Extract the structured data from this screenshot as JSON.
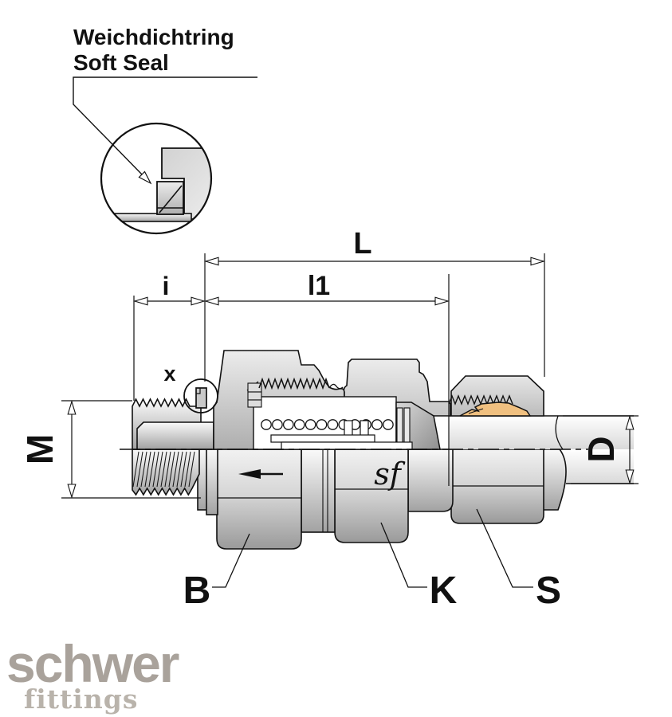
{
  "annotation": {
    "title_line1": "Weichdichtring",
    "title_line2": "Soft Seal",
    "detail_marker": "x"
  },
  "dimension_labels": {
    "overall_length": "L",
    "body_length": "l1",
    "thread_engagement": "i",
    "thread_size": "M",
    "tube_diameter": "D"
  },
  "part_labels": {
    "body_hex": "B",
    "middle_hex": "K",
    "union_nut": "S"
  },
  "body_mark": "sf",
  "brand": {
    "name": "schwer",
    "tagline": "fittings",
    "name_color": "#a9a29b",
    "tagline_color": "#b9b3ab"
  },
  "colors": {
    "line": "#111111",
    "ferrule_orange": "#f0c080",
    "metal_light": "#f7f7f7",
    "metal_dark": "#9e9e9e",
    "background": "#ffffff"
  }
}
